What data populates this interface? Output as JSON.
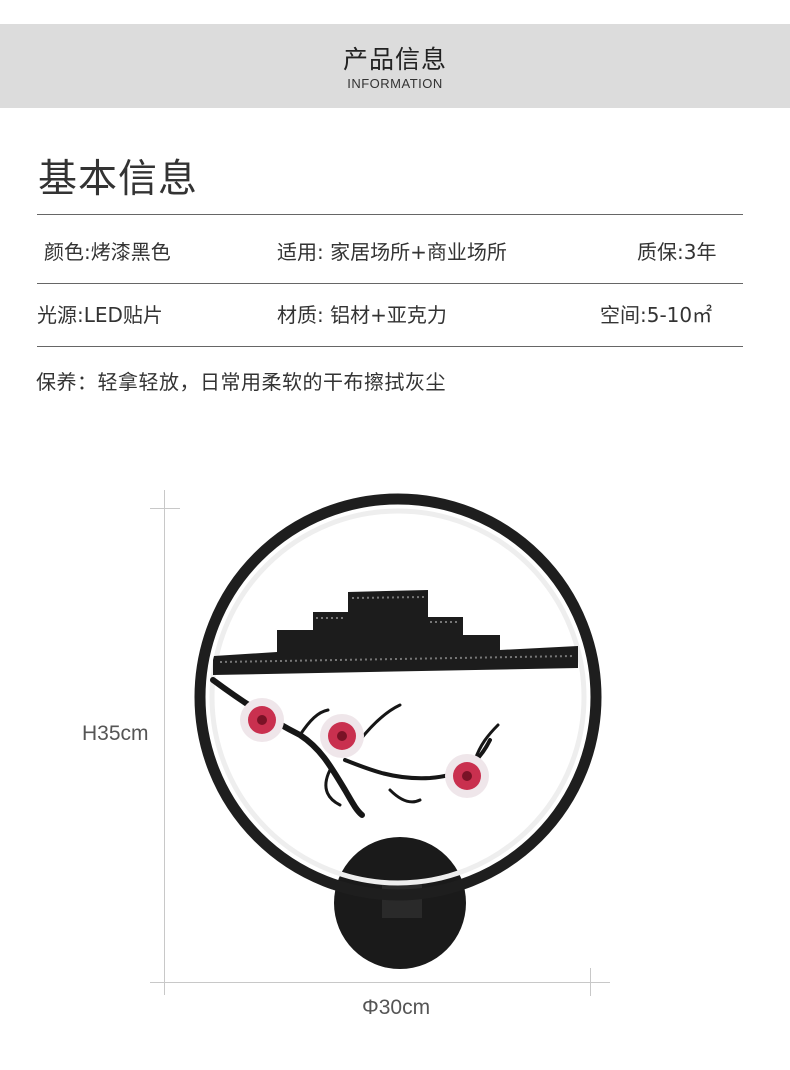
{
  "header": {
    "title": "产品信息",
    "subtitle": "INFORMATION"
  },
  "section": {
    "title": "基本信息"
  },
  "specs": {
    "row1": {
      "color": "颜色:烤漆黑色",
      "usage": "适用:  家居场所+商业场所",
      "warranty": "质保:3年"
    },
    "row2": {
      "light_source": "光源:LED贴片",
      "material": "材质: 铝材+亚克力",
      "space": "空间:5-10㎡"
    }
  },
  "care": "保养：轻拿轻放，日常用柔软的干布擦拭灰尘",
  "dimensions": {
    "height": "H35cm",
    "diameter": "Φ30cm"
  },
  "colors": {
    "frame": "#1e1e1e",
    "blossom": "#c9304f",
    "banner": "#dcdcdc"
  }
}
